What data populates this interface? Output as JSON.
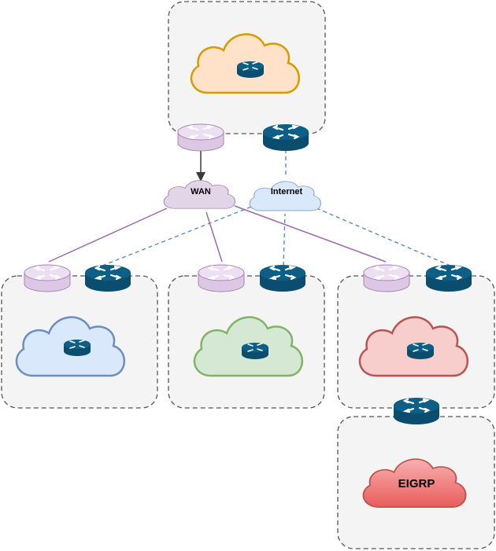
{
  "labels": {
    "wan": "WAN",
    "internet": "Internet",
    "eigrp": "EIGRP"
  },
  "colors": {
    "wan_line": "#9a6ba8",
    "internet_line": "#5b89b9",
    "site_border": "#555555",
    "site_fill": "#f4f4f4",
    "router_dark_top": "#0e5f86",
    "router_dark_side": "#0b4d6e",
    "router_light_top": "#e8d9ee",
    "router_light_side": "#d9c3e2",
    "router_light_stroke": "#a683b4",
    "hub_cloud": "#ffe2c7",
    "hub_cloud_stroke": "#d79b00",
    "blue_cloud": "#dae8fc",
    "blue_cloud_stroke": "#6c8ebf",
    "green_cloud": "#d5e8d4",
    "green_cloud_stroke": "#82b366",
    "red_cloud": "#f8cecc",
    "red_cloud_stroke": "#b85450",
    "eigrp_cloud": "#f07575",
    "wan_cloud": "#e1d5e7",
    "wan_cloud_stroke": "#9673a6",
    "internet_cloud": "#dae8fc"
  },
  "nodes": {
    "hub_site": {
      "kind": "site"
    },
    "site_1": {
      "kind": "site"
    },
    "site_2": {
      "kind": "site"
    },
    "site_3": {
      "kind": "site"
    },
    "eigrp_site": {
      "kind": "site"
    }
  }
}
